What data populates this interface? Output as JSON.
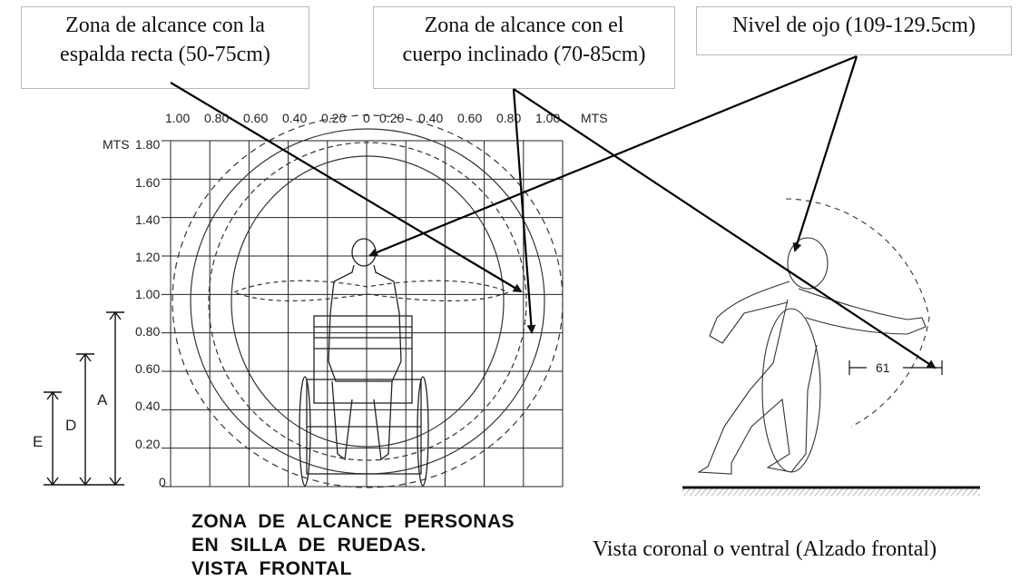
{
  "callouts": {
    "straight_back": {
      "line1": "Zona de alcance con la",
      "line2": "espalda recta (50-75cm)"
    },
    "inclined_body": {
      "line1": "Zona de alcance con el",
      "line2": "cuerpo inclinado (70-85cm)"
    },
    "eye_level": "Nivel de ojo (109-129.5cm)"
  },
  "grid": {
    "top_scale_labels": [
      "1.00",
      "0.80",
      "0.60",
      "0.40",
      "0.20",
      "0",
      "0.20",
      "0.40",
      "0.60",
      "0.80",
      "1.00"
    ],
    "top_unit": "MTS",
    "left_unit": "MTS",
    "left_scale_labels": [
      "1.80",
      "1.60",
      "1.40",
      "1.20",
      "1.00",
      "0.80",
      "0.60",
      "0.40",
      "0.20",
      "0"
    ]
  },
  "dimension_letters": {
    "a": "A",
    "d": "D",
    "e": "E"
  },
  "side_dimension": "61",
  "caption_frontal": {
    "line1": "ZONA  DE  ALCANCE  PERSONAS",
    "line2": "EN  SILLA  DE  RUEDAS.",
    "line3": "VISTA  FRONTAL"
  },
  "caption_coronal": "Vista coronal o ventral (Alzado frontal)"
}
